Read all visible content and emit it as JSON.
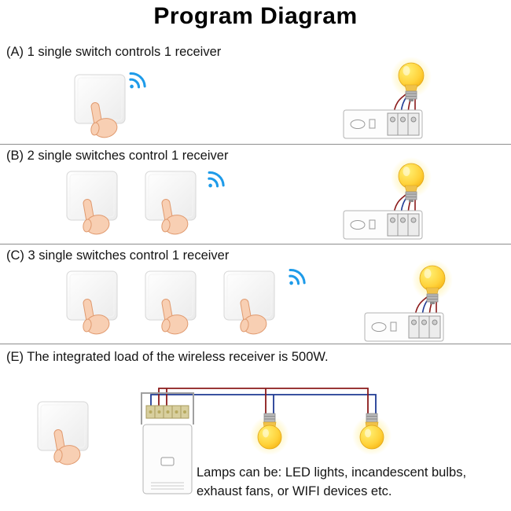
{
  "title": "Program Diagram",
  "sections": {
    "a": {
      "label": "(A) 1 single switch controls 1 receiver"
    },
    "b": {
      "label": "(B) 2 single switches control 1 receiver"
    },
    "c": {
      "label": "(C) 3 single switches control 1 receiver"
    },
    "e": {
      "label": "(E) The integrated load of the wireless receiver is 500W.",
      "note_line1": "Lamps can be: LED lights, incandescent bulbs,",
      "note_line2": "exhaust fans, or WIFI devices etc."
    }
  },
  "icons": {
    "wifi": "wifi-signal-icon",
    "switch": "wireless-wall-switch",
    "hand": "pointing-finger",
    "bulb": "light-bulb",
    "receiver_small": "wireless-receiver-module",
    "receiver_large": "wireless-receiver-box"
  },
  "colors": {
    "wifi_blue": "#1e9be9",
    "bulb_yellow": "#ffd23a",
    "wire_red": "#8b1a1a",
    "wire_blue": "#1f3a93",
    "divider_gray": "#8d8d8d"
  }
}
